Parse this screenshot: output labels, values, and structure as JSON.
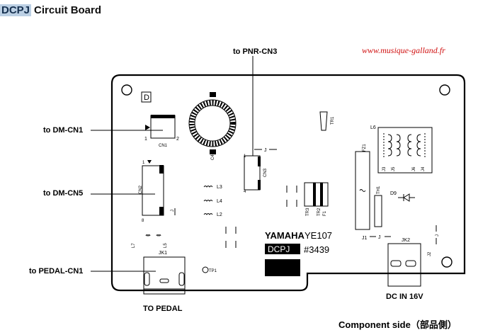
{
  "title": {
    "tag": "DCPJ",
    "text": "Circuit Board"
  },
  "website": "www.musique-galland.fr",
  "connectors": {
    "pnr": "to PNR-CN3",
    "dm_cn1": "to DM-CN1",
    "dm_cn5": "to DM-CN5",
    "pedal_cn1": "to PEDAL-CN1"
  },
  "bottom_labels": {
    "to_pedal": "TO PEDAL",
    "dc_in": "DC IN 16V"
  },
  "footer": "Component side（部品側）",
  "board": {
    "marker": "D",
    "brand": "YAMAHA",
    "model": "YE107",
    "name": "DCPJ",
    "number": "#3439",
    "silkscreen": {
      "cn1": "CN1",
      "cn1_pin1": "1",
      "cn1_pin2": "2",
      "c4": "C4",
      "tr1": "TR1",
      "l6": "L6",
      "cn3": "CN3",
      "cn3_pin1": "1",
      "cn3_pin4": "4",
      "cn2": "CN2",
      "cn2_pin1": "1",
      "cn2_pin8": "8",
      "l3": "L3",
      "l4": "L4",
      "l2": "L2",
      "fz1": "FZ1",
      "j3": "J3",
      "j5": "J5",
      "j6": "J6",
      "j4": "J4",
      "th1": "TH1",
      "d9": "D9",
      "tr3": "TR3",
      "tr2": "TR2",
      "f1": "F1",
      "l7": "L7",
      "l5": "L5",
      "jk1": "JK1",
      "tp1": "TP1",
      "j1": "J1",
      "jk2": "JK2",
      "j2": "J2",
      "j": "J"
    }
  }
}
